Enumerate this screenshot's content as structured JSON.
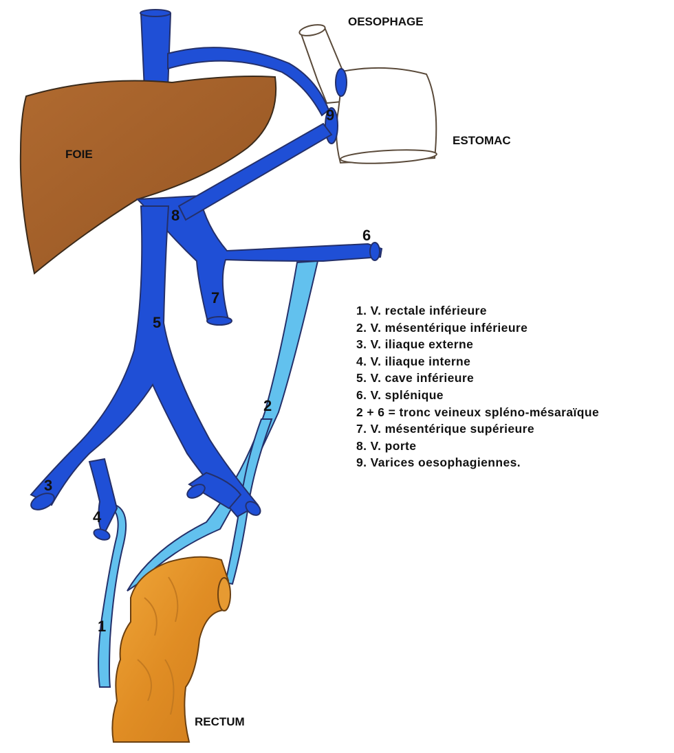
{
  "diagram": {
    "organs": {
      "oesophage": "OESOPHAGE",
      "estomac": "ESTOMAC",
      "foie": "FOIE",
      "rectum": "RECTUM"
    },
    "numbers": {
      "n1": "1",
      "n2": "2",
      "n3": "3",
      "n4": "4",
      "n5": "5",
      "n6": "6",
      "n7": "7",
      "n8": "8",
      "n9": "9"
    },
    "legend": [
      "1. V. rectale inférieure",
      "2. V. mésentérique inférieure",
      "3. V. iliaque externe",
      "4. V. iliaque interne",
      "5. V. cave inférieure",
      "6. V. splénique",
      "2 + 6 = tronc veineux spléno-mésaraïque",
      "7. V. mésentérique supérieure",
      "8. V. porte",
      "9. Varices oesophagiennes."
    ],
    "colors": {
      "vein_dark": "#1f4fd6",
      "vein_light": "#62c1ee",
      "liver": "#a4612a",
      "rectum": "#e0932a",
      "outline": "#2c2c2c"
    }
  }
}
